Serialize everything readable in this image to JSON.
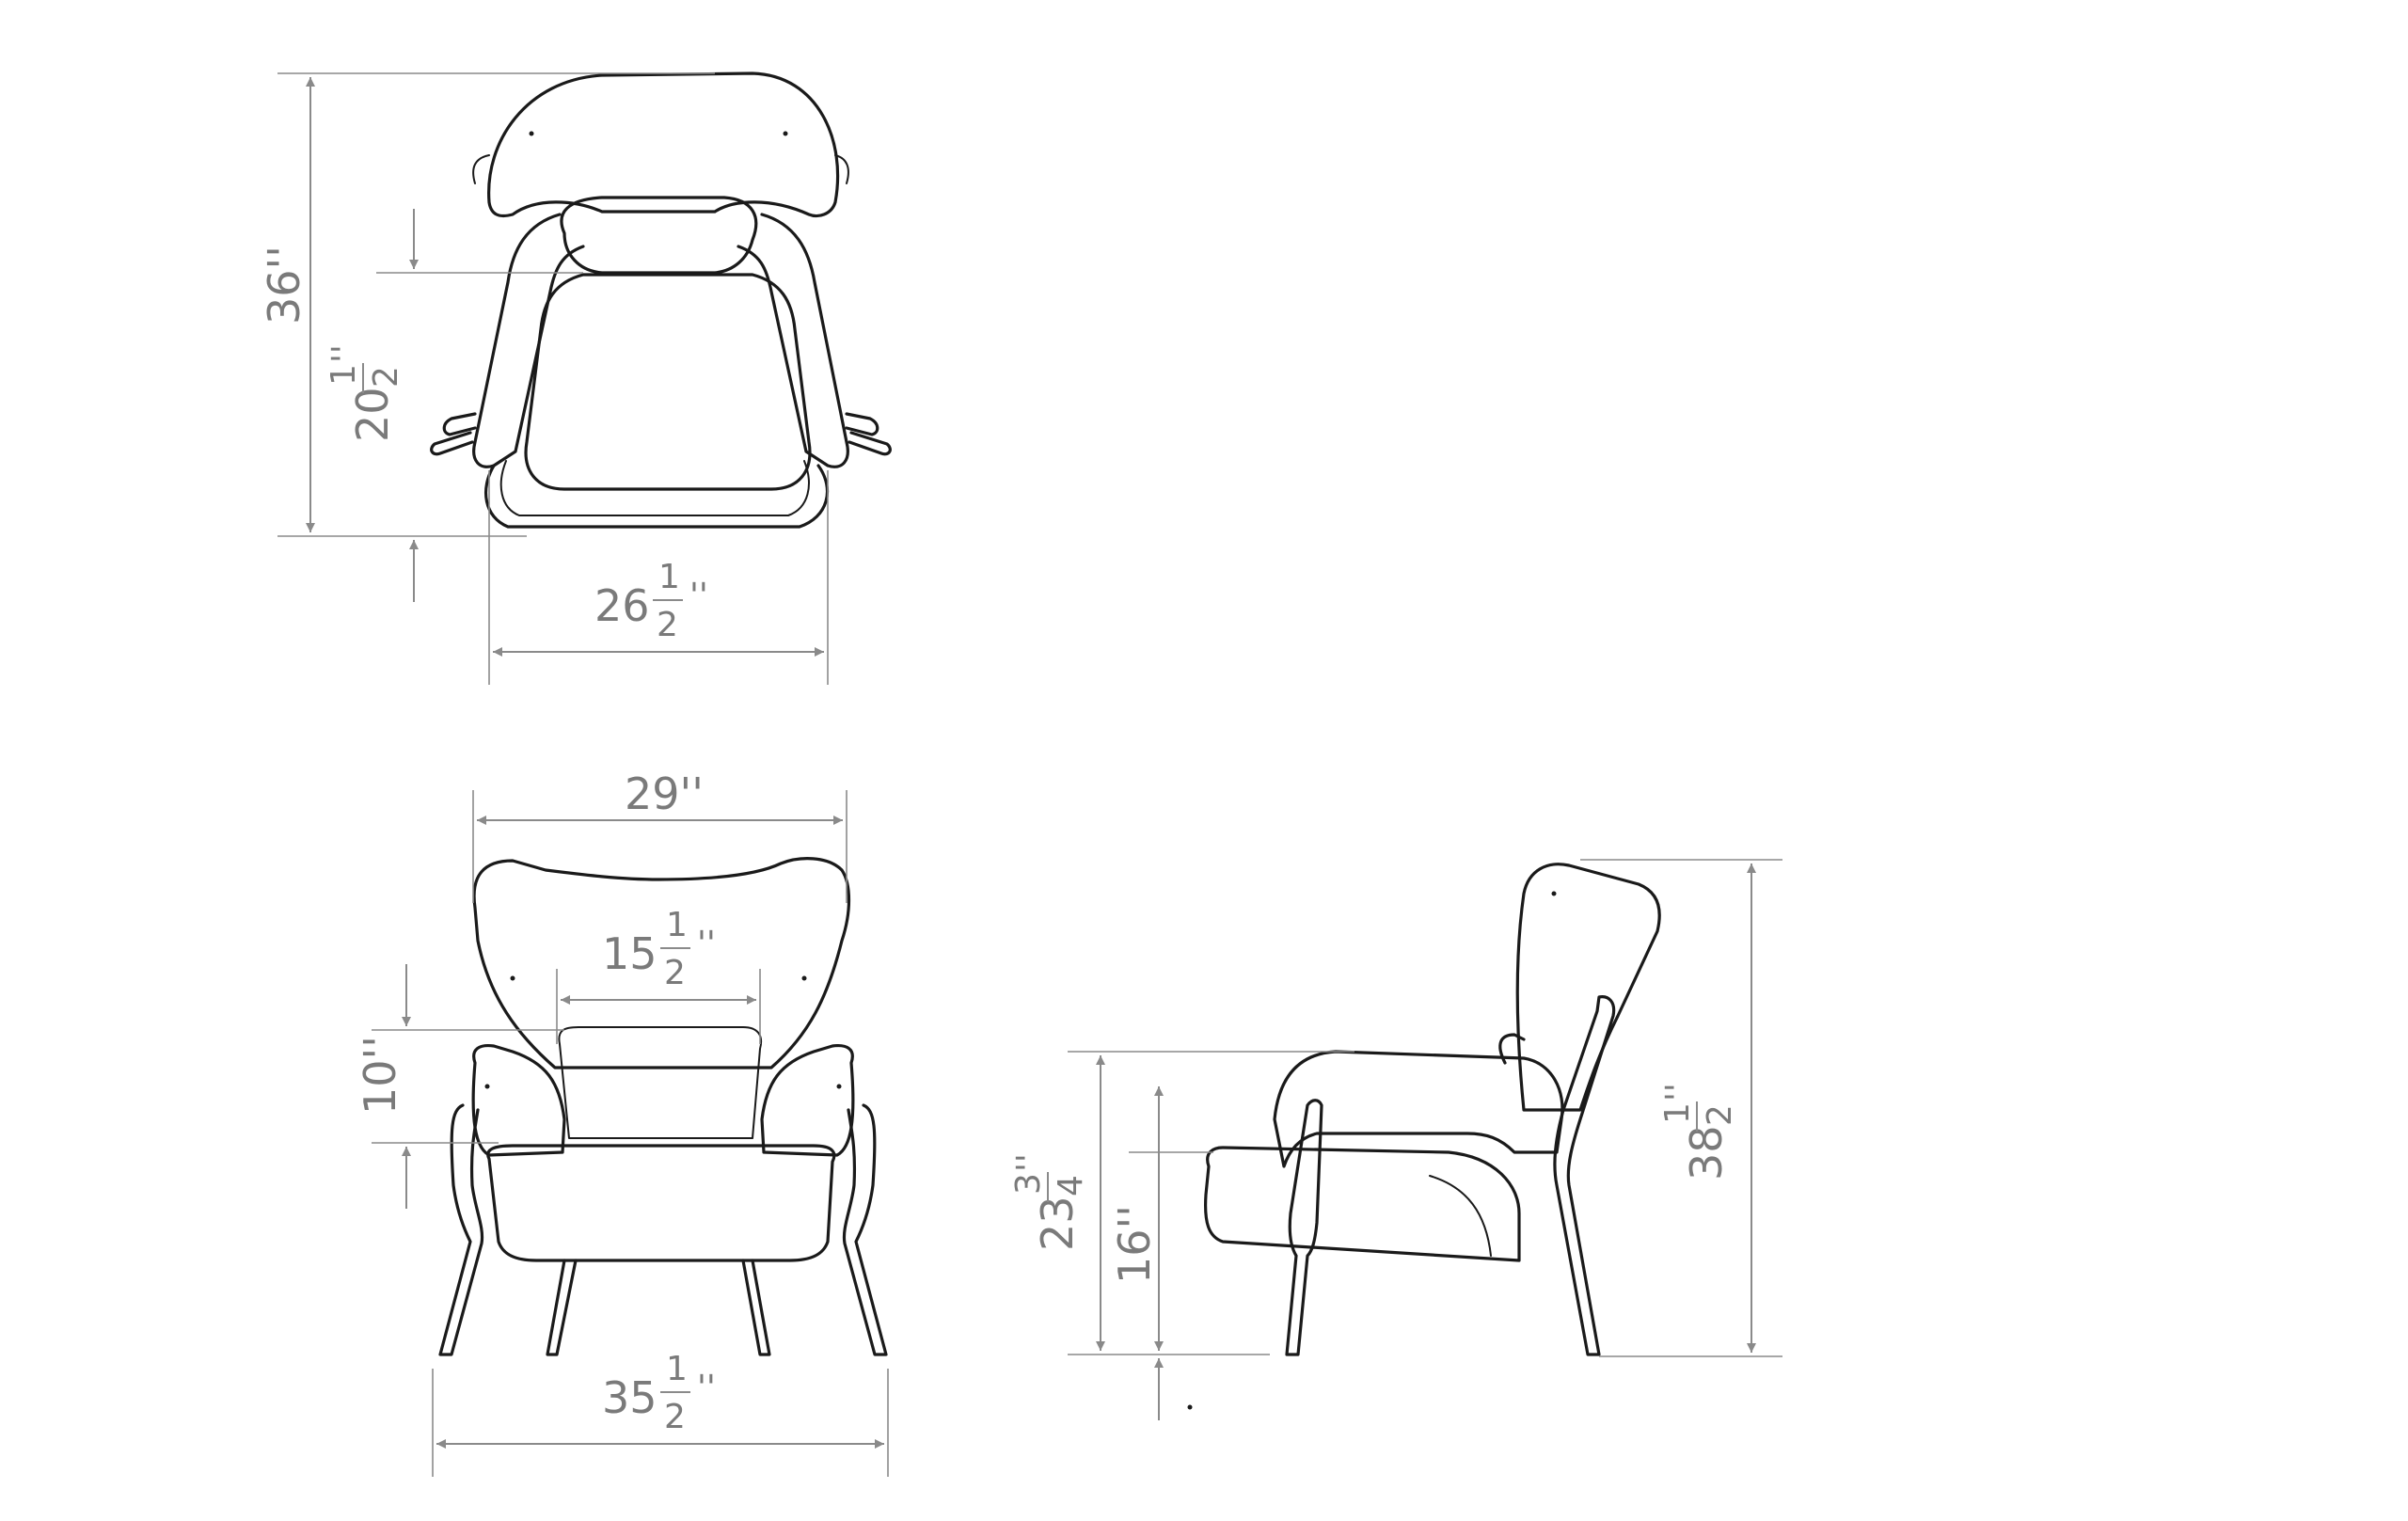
{
  "views": {
    "top": {
      "depth": {
        "whole": "36",
        "unit": "''"
      },
      "seat_depth": {
        "whole": "20",
        "num": "1",
        "den": "2",
        "unit": "''"
      },
      "width": {
        "whole": "26",
        "num": "1",
        "den": "2",
        "unit": "''"
      }
    },
    "front": {
      "back_width": {
        "whole": "29",
        "unit": "''"
      },
      "inner_width": {
        "whole": "15",
        "num": "1",
        "den": "2",
        "unit": "''"
      },
      "back_height": {
        "whole": "10",
        "unit": "''"
      },
      "overall_width": {
        "whole": "35",
        "num": "1",
        "den": "2",
        "unit": "''"
      }
    },
    "side": {
      "arm_height": {
        "whole": "23",
        "num": "3",
        "den": "4",
        "unit": "''"
      },
      "seat_height": {
        "whole": "16",
        "unit": "''"
      },
      "overall_height": {
        "whole": "38",
        "num": "1",
        "den": "2",
        "unit": "''"
      }
    }
  },
  "colors": {
    "outline": "#1a1a1a",
    "dimension": "#8a8a8a",
    "text": "#7a7a7a"
  }
}
